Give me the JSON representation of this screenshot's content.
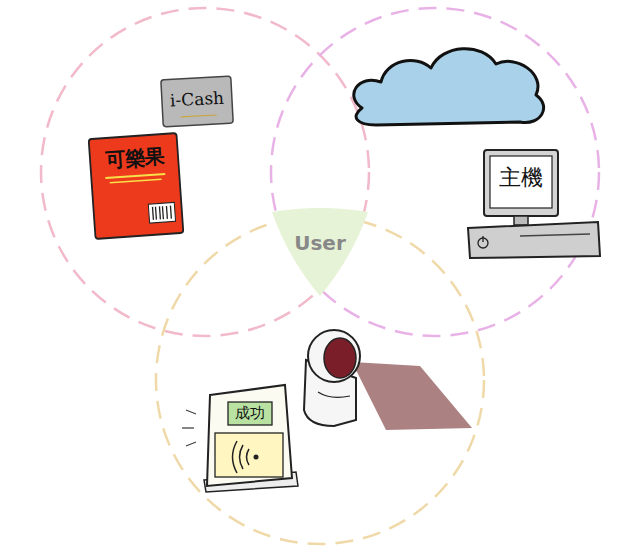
{
  "diagram": {
    "nodes": [
      {
        "text": [
          "i-Cash"
        ]
      },
      {
        "text": [
          "可樂果"
        ]
      },
      {
        "text": [
          "主機"
        ]
      },
      {
        "text": [
          "User"
        ]
      },
      {
        "text": [
          "成功"
        ]
      }
    ]
  }
}
